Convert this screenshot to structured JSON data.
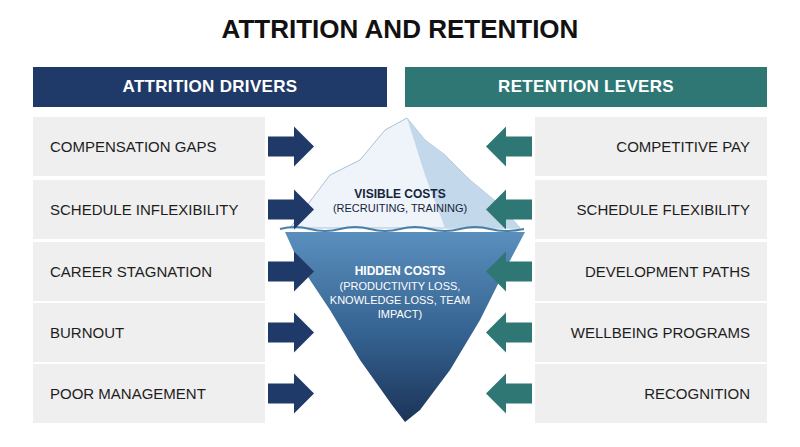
{
  "diagram": {
    "title": "ATTRITION AND RETENTION",
    "nodes": [
      {
        "text": [
          "ATTRITION DRIVERS"
        ]
      },
      {
        "text": [
          "RETENTION LEVERS"
        ]
      },
      {
        "text": [
          "COMPENSATION GAPS"
        ]
      },
      {
        "text": [
          "SCHEDULE INFLEXIBILITY"
        ]
      },
      {
        "text": [
          "CAREER STAGNATION"
        ]
      },
      {
        "text": [
          "BURNOUT"
        ]
      },
      {
        "text": [
          "POOR MANAGEMENT"
        ]
      },
      {
        "text": [
          "VISIBLE COSTS",
          "(RECRUITING, TRAINING)"
        ]
      },
      {
        "text": [
          "HIDDEN COSTS",
          "(PRODUCTIVITY LOSS, KNOWLEDGE LOSS, TEAM IMPACT)"
        ]
      },
      {
        "text": [
          "COMPETITIVE PAY"
        ]
      },
      {
        "text": [
          "SCHEDULE FLEXIBILITY"
        ]
      },
      {
        "text": [
          "DEVELOPMENT PATHS"
        ]
      },
      {
        "text": [
          "WELLBEING PROGRAMS"
        ]
      },
      {
        "text": [
          "RECOGNITION"
        ]
      }
    ],
    "edges": [
      {
        "from": 2,
        "to": 7,
        "arrow": "to"
      },
      {
        "from": 3,
        "to": 7,
        "arrow": "to"
      },
      {
        "from": 4,
        "to": 8,
        "arrow": "to"
      },
      {
        "from": 5,
        "to": 8,
        "arrow": "to"
      },
      {
        "from": 6,
        "to": 8,
        "arrow": "to"
      },
      {
        "from": 9,
        "to": 7,
        "arrow": "to"
      },
      {
        "from": 10,
        "to": 7,
        "arrow": "to"
      },
      {
        "from": 11,
        "to": 8,
        "arrow": "to"
      },
      {
        "from": 12,
        "to": 8,
        "arrow": "to"
      },
      {
        "from": 13,
        "to": 8,
        "arrow": "to"
      }
    ]
  }
}
